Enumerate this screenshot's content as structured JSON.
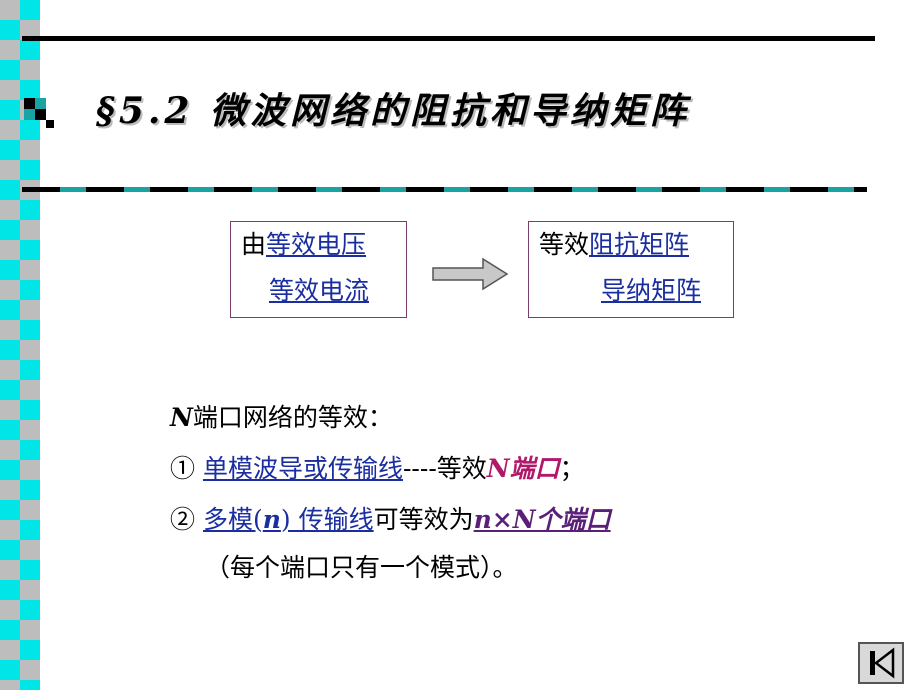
{
  "slide": {
    "title": "§5.2 微波网络的阻抗和导纳矩阵"
  },
  "left_box": {
    "line1_prefix": "由",
    "line1_link": "等效电压",
    "line2_link": "等效电流"
  },
  "right_box": {
    "line1_prefix": "等效",
    "line1_link": "阻抗矩阵",
    "line2_link": "导纳矩阵"
  },
  "body": {
    "heading_italic": "N",
    "heading_rest": "端口网络的等效：",
    "item1_num": "①",
    "item1_link": "单模波导或传输线",
    "item1_mid": "----等效",
    "item1_highlight": "N端口",
    "item1_end": "；",
    "item2_num": "②",
    "item2_link_a": "多模(",
    "item2_link_n": "n",
    "item2_link_b": ") 传输线",
    "item2_mid": "可等效为",
    "item2_highlight": "n×N个端口",
    "note": "（每个端口只有一个模式）。"
  },
  "nav": {
    "icon": "first-slide-icon"
  },
  "colors": {
    "strip_cyan": "#00e6e6",
    "strip_gray": "#bdbdbd",
    "link_blue": "#1a2ea0",
    "highlight_magenta": "#b0186a",
    "highlight_purple": "#5a1f76",
    "box_border": "#7a3d6e",
    "rule_teal": "#1aa3a3"
  }
}
